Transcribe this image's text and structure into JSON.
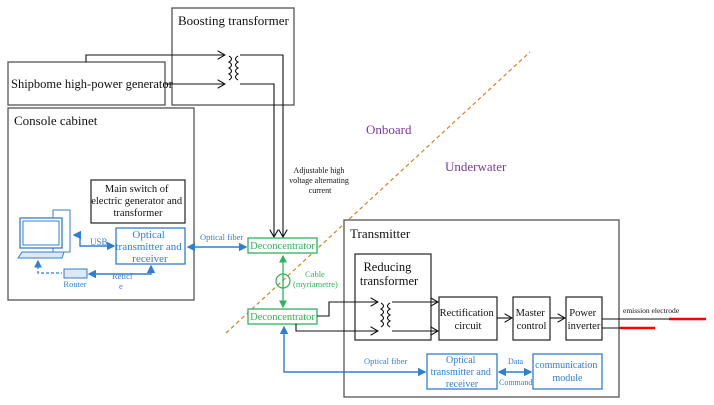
{
  "boosting_transformer": {
    "title": "Boosting transformer"
  },
  "generator": {
    "label": "Shipbome high-power generator"
  },
  "console_cabinet": {
    "title": "Console cabinet",
    "main_switch": [
      "Main switch of",
      "electric generator and",
      "transformer"
    ],
    "optical_transceiver": [
      "Optical",
      "transmitter and",
      "receiver"
    ],
    "usb_label": "USB",
    "router_label": "Router",
    "reticle_label": [
      "Reticl",
      "e"
    ]
  },
  "hv_label": [
    "Adjustable high",
    "voltage alternating",
    "current"
  ],
  "optical_fiber_top": "Optical fiber",
  "deconcentrator_top": "Deconcentrator",
  "deconcentrator_bottom": "Deconcentrator",
  "cable_label": [
    "Cable",
    "(myriametre)"
  ],
  "zones": {
    "onboard": "Onboard",
    "underwater": "Underwater"
  },
  "transmitter": {
    "title": "Transmitter",
    "reducing_transformer": [
      "Reducing",
      "transformer"
    ],
    "rectification": [
      "Rectification",
      "circuit"
    ],
    "master_control": [
      "Master",
      "control"
    ],
    "power_inverter": [
      "Power",
      "inverter"
    ],
    "optical_fiber_label": "Optical fiber",
    "optical_transceiver": [
      "Optical",
      "transmitter and",
      "receiver"
    ],
    "data_label": "Data",
    "command_label": "Command",
    "communication_module": [
      "communication",
      "module"
    ]
  },
  "emission_electrode": "emission electrode",
  "colors": {
    "optical": "#2f7fcf",
    "cable": "#2db35a",
    "zone_text": "#7a3a9a",
    "boundary": "#c8862a",
    "electrode": "#ff0000"
  }
}
